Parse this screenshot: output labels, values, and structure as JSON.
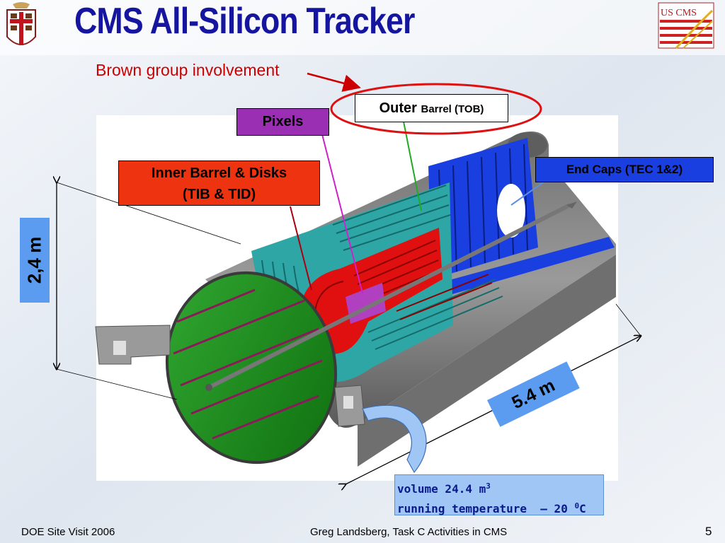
{
  "slide": {
    "title": "CMS All-Silicon Tracker",
    "subtitle": "Brown group involvement",
    "page_number": "5"
  },
  "logos": {
    "left": "brown-university-shield",
    "right": "us-cms-logo",
    "right_text": "US CMS"
  },
  "labels": {
    "outer_main": "Outer",
    "outer_sub": "Barrel (TOB)",
    "pixels": "Pixels",
    "inner_line1": "Inner Barrel & Disks",
    "inner_line2": "(TIB & TID)",
    "endcaps": "End Caps (TEC 1&2)",
    "height": "2,4 m",
    "length": "5.4 m",
    "volume_prefix": "volume 24.4 m",
    "volume_exp": "3",
    "temp_prefix": "running temperature  – 20 ",
    "temp_exp": "0",
    "temp_suffix": "C"
  },
  "footer": {
    "left": "DOE Site Visit 2006",
    "center": "Greg Landsberg, Task C Activities in CMS"
  },
  "colors": {
    "title": "#1515a0",
    "subtitle": "#cc0000",
    "outer_barrel": "#2fa6a6",
    "pixels": "#9b2fb4",
    "inner_barrel": "#ee3311",
    "endcaps": "#1a3fe0",
    "support_tube_inner": "#1c8a1c",
    "dimension_boxes": "#5b9cf0"
  }
}
